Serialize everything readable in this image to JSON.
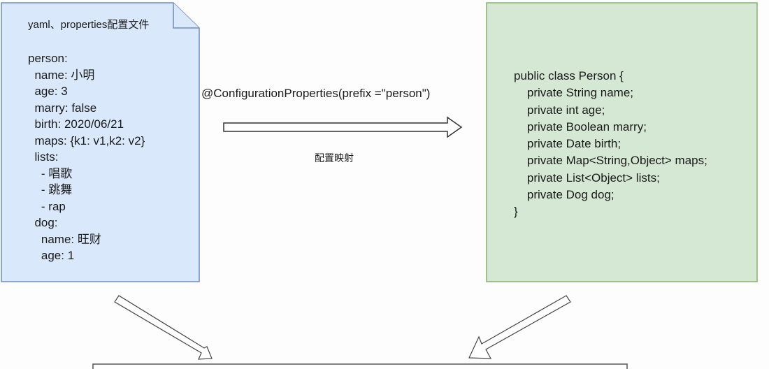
{
  "yaml_doc": {
    "title": "yaml、properties配置文件",
    "lines": [
      "person:",
      "  name: 小明",
      "  age: 3",
      "  marry: false",
      "  birth: 2020/06/21",
      "  maps: {k1: v1,k2: v2}",
      "  lists:",
      "    - 唱歌",
      "    - 跳舞",
      "    - rap",
      "  dog:",
      "    name: 旺财",
      "    age: 1"
    ],
    "fill": "#dae8fc",
    "stroke": "#6c8ebf"
  },
  "annotation": "@ConfigurationProperties(prefix =\"person\")",
  "mapping_label": "配置映射",
  "java_class": {
    "lines": [
      "public class Person {",
      "    private String name;",
      "    private int age;",
      "    private Boolean marry;",
      "    private Date birth;",
      "    private Map<String,Object> maps;",
      "    private List<Object> lists;",
      "    private Dog dog;",
      "}"
    ],
    "fill": "#d5e8d4",
    "stroke": "#82b366"
  }
}
